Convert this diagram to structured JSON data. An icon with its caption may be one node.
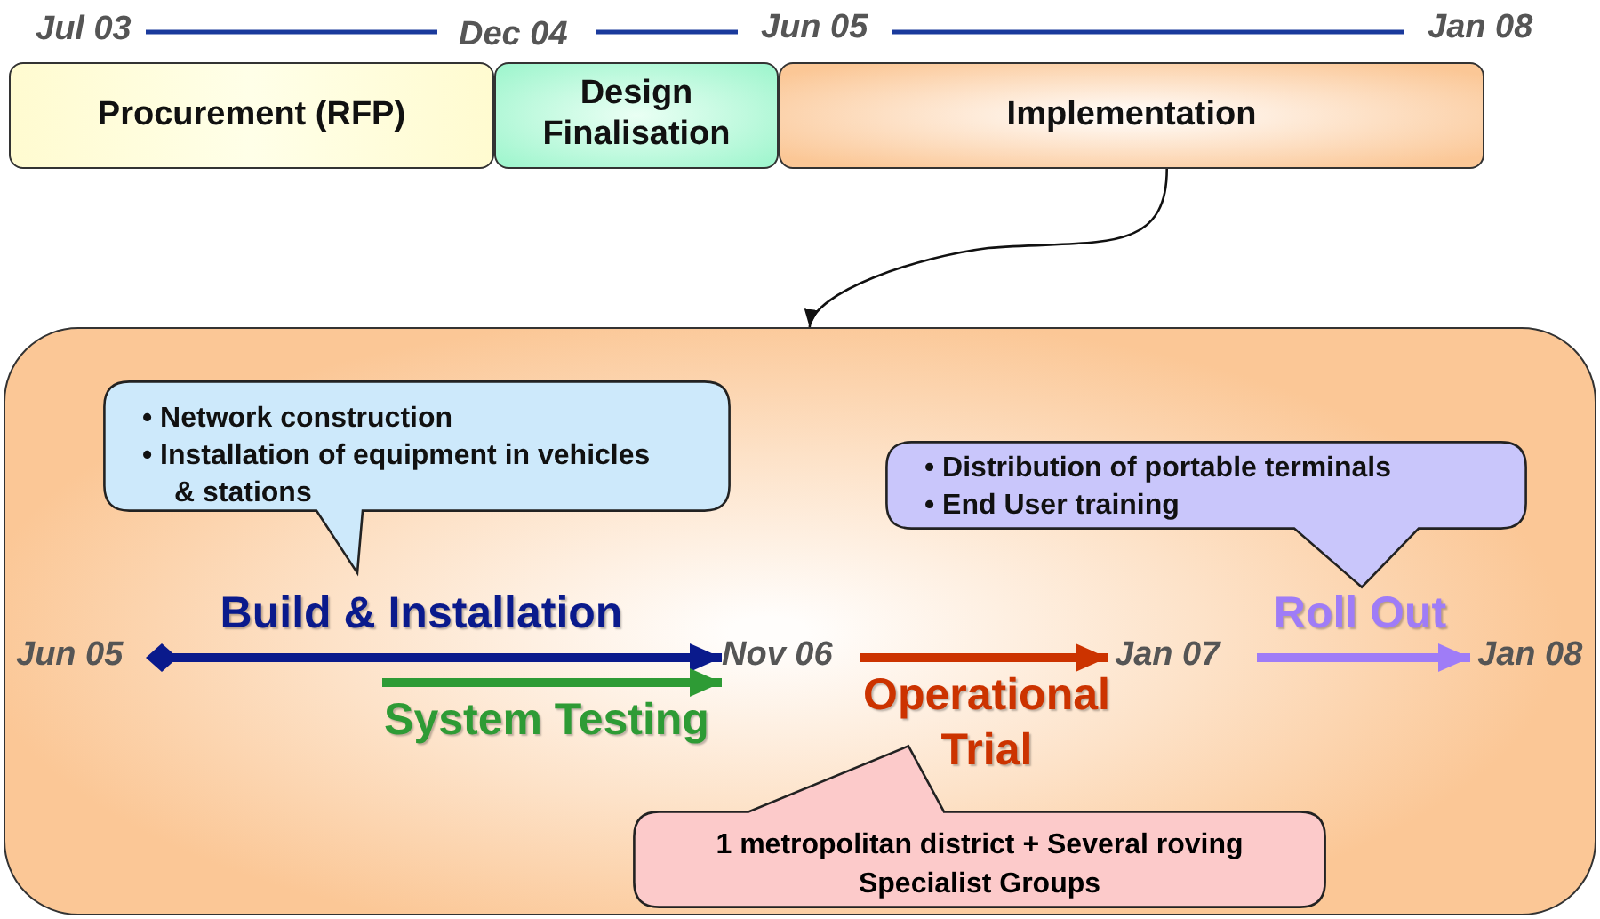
{
  "diagram": {
    "nodes": [
      {
        "text": [
          "Procurement (RFP)"
        ]
      },
      {
        "text": [
          "Design Finalisation"
        ]
      },
      {
        "text": [
          "Implementation"
        ]
      },
      {
        "text": [],
        "shape": "box"
      },
      {
        "text": [
          "• Network construction",
          "• Installation of equipment in vehicles & stations"
        ],
        "in": 3
      },
      {
        "text": [
          "• Distribution of portable terminals",
          "• End User training"
        ],
        "in": 3
      },
      {
        "text": [
          "Jun 05"
        ],
        "in": 3
      },
      {
        "text": [
          "Nov 06"
        ],
        "in": 3
      },
      {
        "text": [
          "Jan 07"
        ],
        "in": 3
      },
      {
        "text": [
          "Jan 08"
        ],
        "in": 3
      },
      {
        "text": [
          "1 metropolitan district + Several roving Specialist Groups"
        ],
        "in": 3
      }
    ],
    "edges": [
      {
        "from": 2,
        "to": 3,
        "arrow": "to"
      },
      {
        "from": 6,
        "to": 7,
        "arrow": "to",
        "label": "Build & Installation",
        "color": "#0a1a8c"
      },
      {
        "from": null,
        "to": 7,
        "arrow": "to",
        "label": "System Testing",
        "color": "#2e9b35"
      },
      {
        "from": 7,
        "to": 8,
        "arrow": "to",
        "label": "Operational Trial",
        "color": "#cc3300"
      },
      {
        "from": 8,
        "to": 9,
        "arrow": "to",
        "label": "Roll Out",
        "color": "#9f7cf7"
      }
    ],
    "labels": [
      "Jul 03",
      "Dec 04",
      "Jun 05",
      "Jan 08"
    ]
  }
}
